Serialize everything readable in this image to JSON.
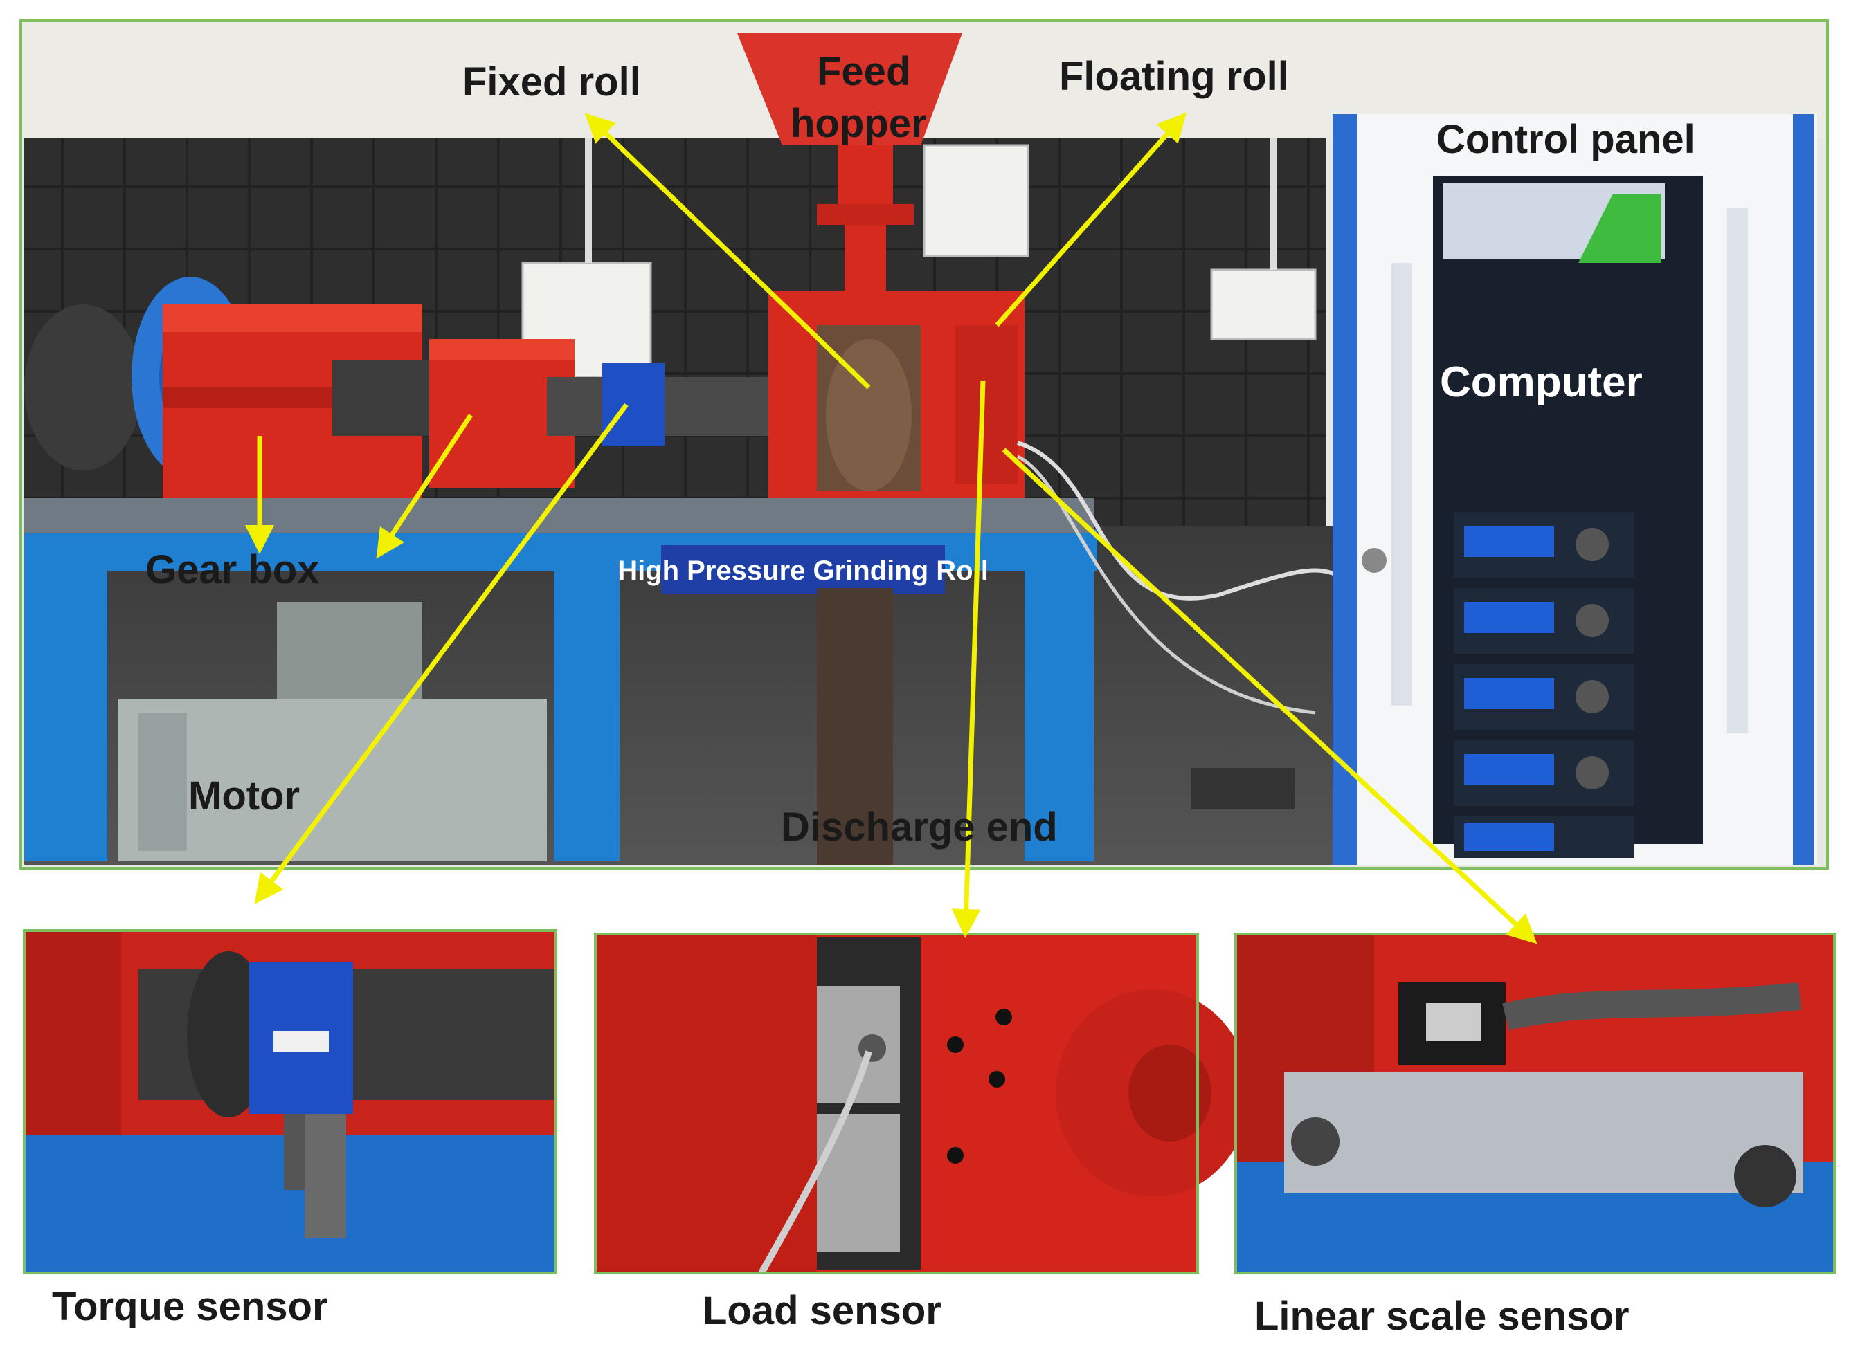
{
  "main_photo": {
    "banner_text": "High Pressure Grinding Roll",
    "labels": {
      "fixed_roll": "Fixed roll",
      "feed_hopper_line1": "Feed",
      "feed_hopper_line2": "hopper",
      "floating_roll": "Floating roll",
      "control_panel": "Control panel",
      "computer": "Computer",
      "gear_box": "Gear box",
      "motor": "Motor",
      "discharge_end": "Discharge end"
    }
  },
  "insets": [
    {
      "caption": "Torque sensor"
    },
    {
      "caption": "Load sensor"
    },
    {
      "caption": "Linear scale sensor"
    }
  ],
  "colors": {
    "frame_border": "#7cbf5f",
    "arrow": "#f2f200",
    "machine_red": "#d62a1e",
    "table_blue": "#1f7fd1",
    "sensor_blue": "#1e4fc4"
  }
}
